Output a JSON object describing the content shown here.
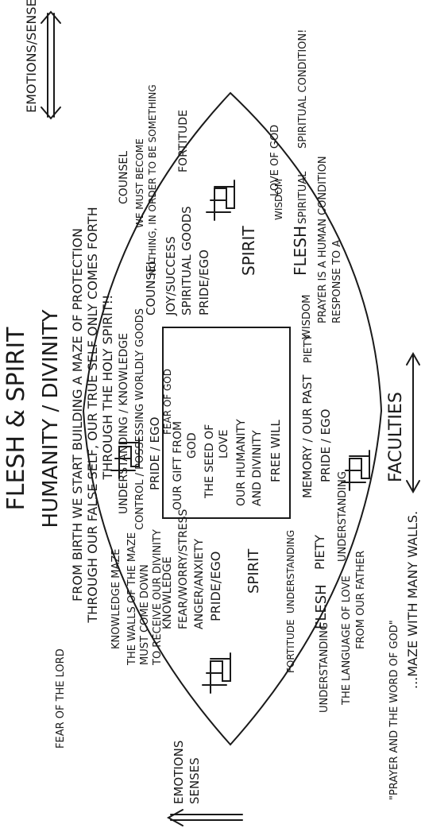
{
  "title": "FLESH & SPIRIT",
  "subtitle": "HUMANITY / DIVINITY",
  "intro": {
    "line1": "FROM BIRTH WE START BUILDING A MAZE OF PROTECTION",
    "line2": "THROUGH OUR FALSE SELF, OUR TRUE SELF ONLY COMES FORTH",
    "line3": "THROUGH THE HOLY SPIRIT!!"
  },
  "left_note": {
    "maze_label": "KNOWLEDGE MAZE",
    "line1": "THE WALLS OF THE MAZE",
    "line2": "MUST COME DOWN",
    "line3": "TO RECEIVE OUR DIVINITY"
  },
  "counsel_note": {
    "label": "COUNSEL",
    "line1": "WE MUST BECOME",
    "line2": "NOTHING, IN ORDER TO BE SOMETHING"
  },
  "top_edge": {
    "fortitude": "FORTITUDE",
    "emotions_senses": "EMOTIONS/SENSES"
  },
  "left_edge": {
    "fear": "FEAR OF THE LORD",
    "emotions": "EMOTIONS",
    "senses": "SENSES"
  },
  "quadrants": {
    "left": {
      "heading": "KNOWLEDGE",
      "line1": "FEAR/WORRY/STRESS",
      "line2": "ANGER/ANXIETY",
      "line3": "PRIDE/EGO"
    },
    "top": {
      "line1": "UNDERSTANDING / KNOWLEDGE",
      "line2": "CONTROL / POSSESSING WORLDLY GOODS",
      "line3": "PRIDE / EGO",
      "heading": "FEAR OF GOD"
    },
    "right": {
      "heading": "COUNSEL",
      "line1": "JOY/SUCCESS",
      "line2": "SPIRITUAL GOODS",
      "line3": "PRIDE/EGO"
    },
    "bottom": {
      "line1": "MEMORY / OUR PAST",
      "line2": "PRIDE / EGO"
    }
  },
  "center_box": {
    "line1": "OUR GIFT FROM",
    "line2": "GOD",
    "line3": "THE SEED OF",
    "line4": "LOVE",
    "line5": "OUR HUMANITY",
    "line6": "AND DIVINITY",
    "line7": "FREE WILL"
  },
  "spirit_right": "SPIRIT",
  "spirit_left": "SPIRIT",
  "right_side": {
    "love_of_god": "LOVE OF GOD",
    "spiritual_condition": "SPIRITUAL CONDITION!",
    "wisdom": "WISDOM",
    "flesh": "FLESH",
    "spiritual": "SPIRITUAL",
    "prayer": "PRAYER IS A HUMAN CONDITION",
    "response": "RESPONSE TO A",
    "wisdom2": "WISDOM",
    "piety": "PIETY"
  },
  "bottom_side": {
    "understanding": "UNDERSTANDING",
    "faculties": "FACULTIES"
  },
  "left_bottom": {
    "fortitude": "FORTITUDE",
    "understanding2": "UNDERSTANDING",
    "understanding": "UNDERSTANDING",
    "flesh": "FLESH",
    "piety": "PIETY",
    "language1": "THE LANGUAGE OF LOVE",
    "language2": "FROM OUR FATHER",
    "quote": "\"PRAYER AND THE WORD OF GOD\""
  },
  "far_right": "...MAZE WITH MANY WALLS."
}
